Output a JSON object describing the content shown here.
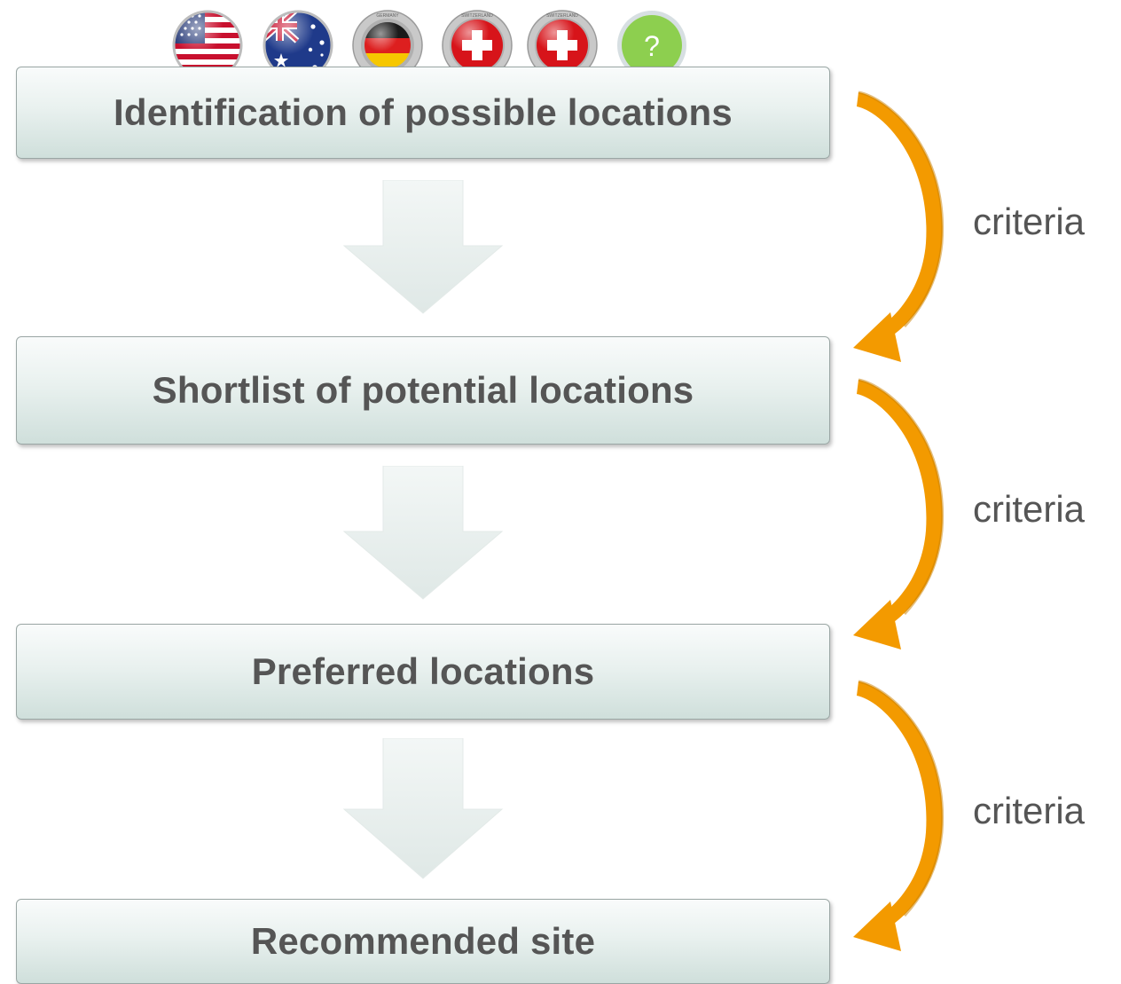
{
  "stages": [
    {
      "label": "Identification of possible locations"
    },
    {
      "label": "Shortlist of potential locations"
    },
    {
      "label": "Preferred locations"
    },
    {
      "label": "Recommended site"
    }
  ],
  "criteria": [
    {
      "label": "criteria"
    },
    {
      "label": "criteria"
    },
    {
      "label": "criteria"
    }
  ],
  "flags": [
    {
      "icon": "usa-flag-icon"
    },
    {
      "icon": "australia-flag-icon"
    },
    {
      "icon": "germany-flag-icon",
      "badge_text": "GERMANY"
    },
    {
      "icon": "switzerland-flag-icon",
      "badge_text": "SWITZERLAND"
    },
    {
      "icon": "switzerland-flag-icon",
      "badge_text": "SWITZERLAND"
    },
    {
      "icon": "question-badge-icon",
      "label": "?"
    }
  ],
  "colors": {
    "box_top": "#f9fbfb",
    "box_bottom": "#cfdfdb",
    "box_border": "#9aa6a4",
    "text": "#555555",
    "arrow_fill": "#e6edeb",
    "criteria_arrow": "#f39a00",
    "question_badge": "#8dcf4f"
  }
}
